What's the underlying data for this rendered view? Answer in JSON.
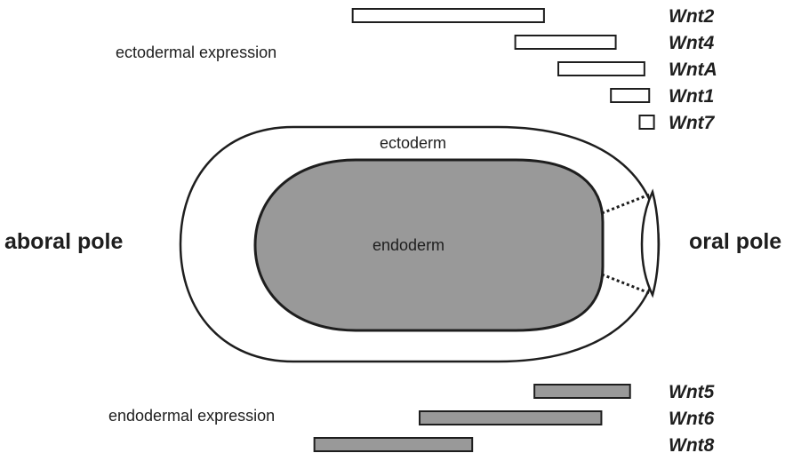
{
  "diagram": {
    "poles": {
      "aboral": "aboral pole",
      "oral": "oral pole"
    },
    "tissues": {
      "ectoderm": "ectoderm",
      "endoderm": "endoderm"
    },
    "groups": {
      "ectodermal": "ectodermal expression",
      "endodermal": "endodermal expression"
    },
    "colors": {
      "outline": "#1e1e1e",
      "endoderm_fill": "#999999",
      "ectoderm_fill": "#ffffff"
    },
    "ectodermal_genes": [
      {
        "name": "Wnt2",
        "start": 0.36,
        "end": 0.76,
        "fill": "#ffffff"
      },
      {
        "name": "Wnt4",
        "start": 0.7,
        "end": 0.91,
        "fill": "#ffffff"
      },
      {
        "name": "WntA",
        "start": 0.79,
        "end": 0.97,
        "fill": "#ffffff"
      },
      {
        "name": "Wnt1",
        "start": 0.9,
        "end": 0.98,
        "fill": "#ffffff"
      },
      {
        "name": "Wnt7",
        "start": 0.96,
        "end": 0.99,
        "fill": "#ffffff"
      }
    ],
    "endodermal_genes": [
      {
        "name": "Wnt5",
        "start": 0.74,
        "end": 0.94,
        "fill": "#999999"
      },
      {
        "name": "Wnt6",
        "start": 0.5,
        "end": 0.88,
        "fill": "#999999"
      },
      {
        "name": "Wnt8",
        "start": 0.28,
        "end": 0.61,
        "fill": "#999999"
      }
    ]
  }
}
